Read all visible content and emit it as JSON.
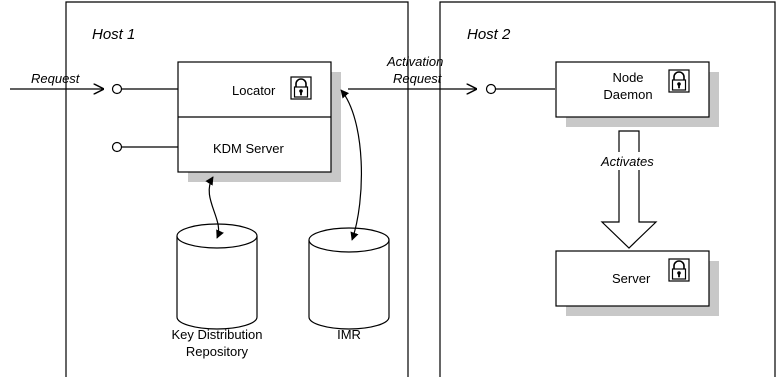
{
  "hosts": {
    "host1": {
      "title": "Host 1"
    },
    "host2": {
      "title": "Host 2"
    }
  },
  "components": {
    "locator": "Locator",
    "kdm_server": "KDM Server",
    "node_daemon_line1": "Node",
    "node_daemon_line2": "Daemon",
    "server": "Server"
  },
  "repositories": {
    "kdr_line1": "Key Distribution",
    "kdr_line2": "Repository",
    "imr": "IMR"
  },
  "arrows": {
    "request": "Request",
    "activation_line1": "Activation",
    "activation_line2": "Request",
    "activates": "Activates"
  },
  "icons": {
    "locator": "padlock-icon",
    "node_daemon": "padlock-icon",
    "server": "padlock-icon"
  },
  "colors": {
    "shadow": "#c8c8c8",
    "line": "#000000",
    "background": "#ffffff"
  }
}
